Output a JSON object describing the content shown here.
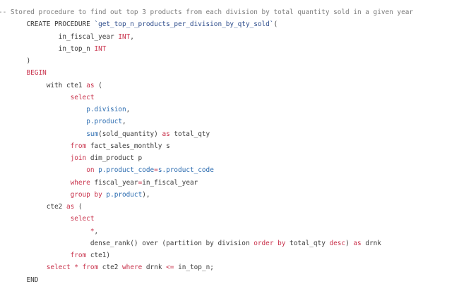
{
  "editor": {
    "language": "sql",
    "colors": {
      "background": "#ffffff",
      "plain": "#3a3a3a",
      "comment": "#7a7a7a",
      "keyword": "#c8304a",
      "identifier": "#2a6bb0",
      "string": "#2a4a8a"
    },
    "lines": [
      {
        "indent": "",
        "tokens": [
          {
            "t": "comment",
            "v": "-- Stored procedure to find out top 3 products from each division by total quantity sold in a given year"
          }
        ]
      },
      {
        "indent": "       ",
        "tokens": [
          {
            "t": "plain",
            "v": "CREATE PROCEDURE "
          },
          {
            "t": "string",
            "v": "`get_top_n_products_per_division_by_qty_sold`"
          },
          {
            "t": "plain",
            "v": "("
          }
        ]
      },
      {
        "indent": "               ",
        "tokens": [
          {
            "t": "plain",
            "v": "in_fiscal_year "
          },
          {
            "t": "keyword",
            "v": "INT"
          },
          {
            "t": "plain",
            "v": ","
          }
        ]
      },
      {
        "indent": "               ",
        "tokens": [
          {
            "t": "plain",
            "v": "in_top_n "
          },
          {
            "t": "keyword",
            "v": "INT"
          }
        ]
      },
      {
        "indent": "       ",
        "tokens": [
          {
            "t": "plain",
            "v": ")"
          }
        ]
      },
      {
        "indent": "       ",
        "tokens": [
          {
            "t": "keyword",
            "v": "BEGIN"
          }
        ]
      },
      {
        "indent": "            ",
        "tokens": [
          {
            "t": "plain",
            "v": "with cte1 "
          },
          {
            "t": "keyword",
            "v": "as"
          },
          {
            "t": "plain",
            "v": " ("
          }
        ]
      },
      {
        "indent": "                  ",
        "tokens": [
          {
            "t": "keyword",
            "v": "select"
          }
        ]
      },
      {
        "indent": "                      ",
        "tokens": [
          {
            "t": "ident",
            "v": "p.division"
          },
          {
            "t": "plain",
            "v": ","
          }
        ]
      },
      {
        "indent": "                      ",
        "tokens": [
          {
            "t": "ident",
            "v": "p.product"
          },
          {
            "t": "plain",
            "v": ","
          }
        ]
      },
      {
        "indent": "                      ",
        "tokens": [
          {
            "t": "ident",
            "v": "sum"
          },
          {
            "t": "plain",
            "v": "(sold_quantity) "
          },
          {
            "t": "keyword",
            "v": "as"
          },
          {
            "t": "plain",
            "v": " total_qty"
          }
        ]
      },
      {
        "indent": "                  ",
        "tokens": [
          {
            "t": "keyword",
            "v": "from"
          },
          {
            "t": "plain",
            "v": " fact_sales_monthly s"
          }
        ]
      },
      {
        "indent": "                  ",
        "tokens": [
          {
            "t": "keyword",
            "v": "join"
          },
          {
            "t": "plain",
            "v": " dim_product p"
          }
        ]
      },
      {
        "indent": "                      ",
        "tokens": [
          {
            "t": "keyword",
            "v": "on"
          },
          {
            "t": "plain",
            "v": " "
          },
          {
            "t": "ident",
            "v": "p.product_code"
          },
          {
            "t": "keyword",
            "v": "="
          },
          {
            "t": "ident",
            "v": "s.product_code"
          }
        ]
      },
      {
        "indent": "                  ",
        "tokens": [
          {
            "t": "keyword",
            "v": "where"
          },
          {
            "t": "plain",
            "v": " fiscal_year"
          },
          {
            "t": "keyword",
            "v": "="
          },
          {
            "t": "plain",
            "v": "in_fiscal_year"
          }
        ]
      },
      {
        "indent": "                  ",
        "tokens": [
          {
            "t": "keyword",
            "v": "group by"
          },
          {
            "t": "plain",
            "v": " "
          },
          {
            "t": "ident",
            "v": "p.product"
          },
          {
            "t": "plain",
            "v": "),"
          }
        ]
      },
      {
        "indent": "            ",
        "tokens": [
          {
            "t": "plain",
            "v": "cte2 "
          },
          {
            "t": "keyword",
            "v": "as"
          },
          {
            "t": "plain",
            "v": " ("
          }
        ]
      },
      {
        "indent": "                  ",
        "tokens": [
          {
            "t": "keyword",
            "v": "select"
          }
        ]
      },
      {
        "indent": "                       ",
        "tokens": [
          {
            "t": "keyword",
            "v": "*"
          },
          {
            "t": "plain",
            "v": ","
          }
        ]
      },
      {
        "indent": "                       ",
        "tokens": [
          {
            "t": "plain",
            "v": "dense_rank() over (partition by division "
          },
          {
            "t": "keyword",
            "v": "order by"
          },
          {
            "t": "plain",
            "v": " total_qty "
          },
          {
            "t": "keyword",
            "v": "desc"
          },
          {
            "t": "plain",
            "v": ") "
          },
          {
            "t": "keyword",
            "v": "as"
          },
          {
            "t": "plain",
            "v": " drnk"
          }
        ]
      },
      {
        "indent": "                  ",
        "tokens": [
          {
            "t": "keyword",
            "v": "from"
          },
          {
            "t": "plain",
            "v": " cte1)"
          }
        ]
      },
      {
        "indent": "            ",
        "tokens": [
          {
            "t": "keyword",
            "v": "select"
          },
          {
            "t": "plain",
            "v": " "
          },
          {
            "t": "keyword",
            "v": "*"
          },
          {
            "t": "plain",
            "v": " "
          },
          {
            "t": "keyword",
            "v": "from"
          },
          {
            "t": "plain",
            "v": " cte2 "
          },
          {
            "t": "keyword",
            "v": "where"
          },
          {
            "t": "plain",
            "v": " drnk "
          },
          {
            "t": "keyword",
            "v": "<="
          },
          {
            "t": "plain",
            "v": " in_top_n;"
          }
        ]
      },
      {
        "indent": "       ",
        "tokens": [
          {
            "t": "plain",
            "v": "END"
          }
        ]
      }
    ]
  }
}
